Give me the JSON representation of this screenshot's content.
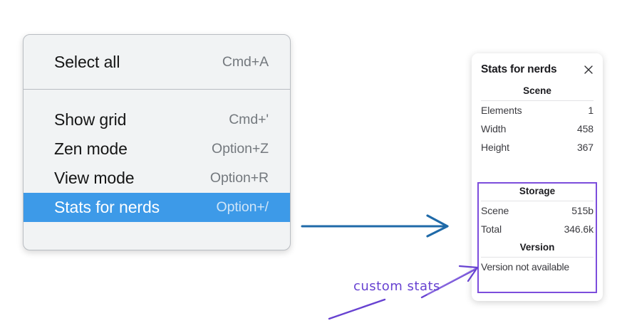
{
  "context_menu": {
    "groups": [
      {
        "items": [
          {
            "label": "Select all",
            "shortcut": "Cmd+A",
            "selected": false
          }
        ]
      },
      {
        "items": [
          {
            "label": "Show grid",
            "shortcut": "Cmd+'",
            "selected": false
          },
          {
            "label": "Zen mode",
            "shortcut": "Option+Z",
            "selected": false
          },
          {
            "label": "View mode",
            "shortcut": "Option+R",
            "selected": false
          },
          {
            "label": "Stats for nerds",
            "shortcut": "Option+/",
            "selected": true
          }
        ]
      }
    ],
    "highlight_color": "#3d9ae8",
    "background_color": "#f1f3f4"
  },
  "stats_panel": {
    "title": "Stats for nerds",
    "close_icon": "close-icon",
    "sections": [
      {
        "heading": "Scene",
        "rows": [
          {
            "key": "Elements",
            "value": "1"
          },
          {
            "key": "Width",
            "value": "458"
          },
          {
            "key": "Height",
            "value": "367"
          }
        ]
      },
      {
        "heading": "Storage",
        "rows": [
          {
            "key": "Scene",
            "value": "515b"
          },
          {
            "key": "Total",
            "value": "346.6k"
          }
        ]
      },
      {
        "heading": "Version",
        "line": "Version not available"
      }
    ],
    "custom_section_outline_color": "#7c4ddc"
  },
  "annotations": {
    "blue_arrow": "arrow-right-icon",
    "blue_arrow_color": "#1f6aa8",
    "purple_arrow": "arrow-up-right-icon",
    "purple_color": "#6742d1",
    "note": "custom stats"
  }
}
